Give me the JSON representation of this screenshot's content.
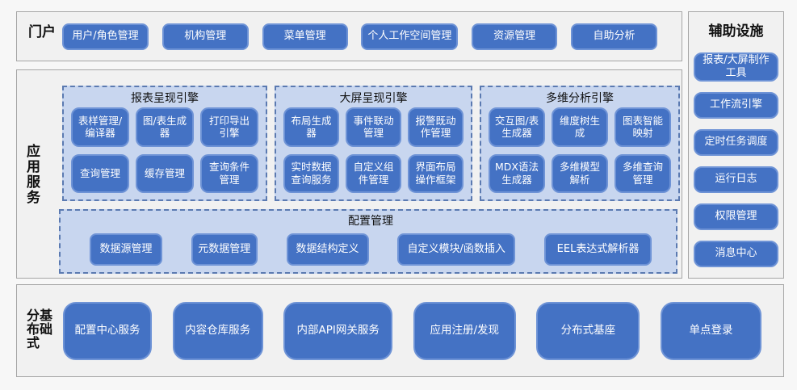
{
  "colors": {
    "accent_blue": "#4472c4",
    "button_border": "#6e93d6",
    "engine_box_bg": "#c8d6ef",
    "engine_box_border": "#5b7ab1",
    "panel_bg": "#f1f1f1",
    "panel_border": "#a6a6a6"
  },
  "portal": {
    "label": "门户",
    "items": [
      "用户/角色管理",
      "机构管理",
      "菜单管理",
      "个人工作空间管理",
      "资源管理",
      "自助分析"
    ]
  },
  "app_services": {
    "label": "应用服务",
    "engines": [
      {
        "title": "报表呈现引擎",
        "modules": [
          "表样管理/编译器",
          "图/表生成器",
          "打印导出引擎",
          "查询管理",
          "缓存管理",
          "查询条件管理"
        ]
      },
      {
        "title": "大屏呈现引擎",
        "modules": [
          "布局生成器",
          "事件联动管理",
          "报警既动作管理",
          "实时数据查询服务",
          "自定义组件管理",
          "界面布局操作框架"
        ]
      },
      {
        "title": "多维分析引擎",
        "modules": [
          "交互图/表生成器",
          "维度树生成",
          "图表智能映射",
          "MDX语法生成器",
          "多维模型解析",
          "多维查询管理"
        ]
      }
    ],
    "config": {
      "title": "配置管理",
      "items": [
        "数据源管理",
        "元数据管理",
        "数据结构定义",
        "自定义模块/函数插入",
        "EEL表达式解析器"
      ]
    }
  },
  "auxiliary": {
    "title": "辅助设施",
    "items": [
      "报表/大屏制作工具",
      "工作流引擎",
      "定时任务调度",
      "运行日志",
      "权限管理",
      "消息中心"
    ]
  },
  "distributed": {
    "label": "分布式基础",
    "items": [
      "配置中心服务",
      "内容仓库服务",
      "内部API网关服务",
      "应用注册/发现",
      "分布式基座",
      "单点登录"
    ]
  }
}
